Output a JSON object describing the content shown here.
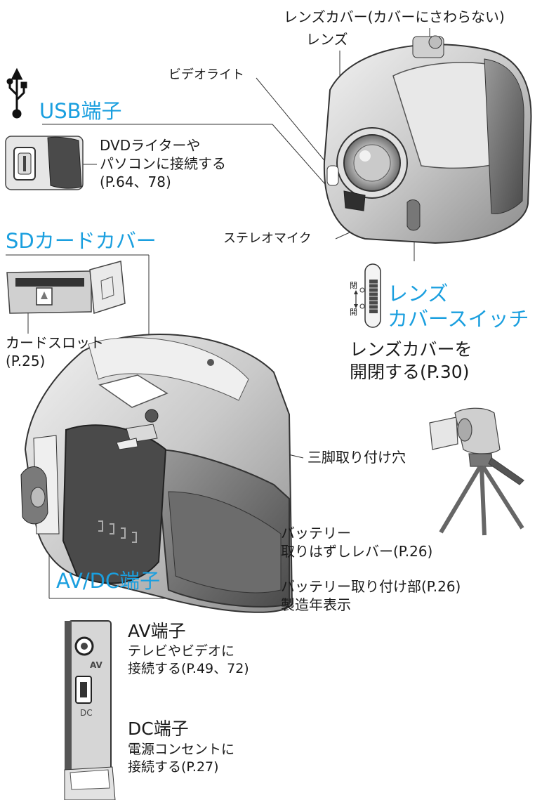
{
  "labels": {
    "lens_cover": "レンズカバー(カバーにさわらない)",
    "lens": "レンズ",
    "video_light": "ビデオライト",
    "stereo_mic": "ステレオマイク",
    "tripod_hole": "三脚取り付け穴",
    "battery_release": [
      "バッテリー",
      "取りはずしレバー(P.26)"
    ],
    "battery_mount": [
      "バッテリー取り付け部(P.26)",
      "製造年表示"
    ]
  },
  "usb": {
    "heading": "USB端子",
    "description": [
      "DVDライターや",
      "パソコンに接続する",
      "(P.64、78)"
    ]
  },
  "sd": {
    "heading": "SDカードカバー",
    "slot_label": [
      "カードスロット",
      "(P.25)"
    ]
  },
  "lens_switch": {
    "heading": [
      "レンズ",
      "カバースイッチ"
    ],
    "description": [
      "レンズカバーを",
      "開閉する(P.30)"
    ],
    "state_closed": "閉",
    "state_open": "開"
  },
  "avdc": {
    "heading": "AV/DC端子",
    "panel_av": "AV",
    "panel_dc": "DC",
    "av_title": "AV端子",
    "av_desc": [
      "テレビやビデオに",
      "接続する(P.49、72)"
    ],
    "dc_title": "DC端子",
    "dc_desc": [
      "電源コンセントに",
      "接続する(P.27)"
    ]
  },
  "colors": {
    "accent": "#1a9fdf",
    "line": "#333333",
    "body_light": "#d9d9d9",
    "body_mid": "#a8a8a8",
    "body_dark": "#555555"
  }
}
